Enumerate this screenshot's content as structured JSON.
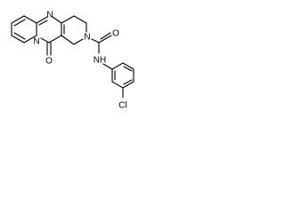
{
  "structure": {
    "atoms": {
      "n_top": "N",
      "n_ring": "N",
      "o_carbonyl": "O",
      "n_amide_ring": "N",
      "o_amide": "O",
      "nh": "NH",
      "cl": "Cl"
    },
    "colors": {
      "bond": "#000000",
      "label": "#000000",
      "background": "#ffffff"
    }
  }
}
